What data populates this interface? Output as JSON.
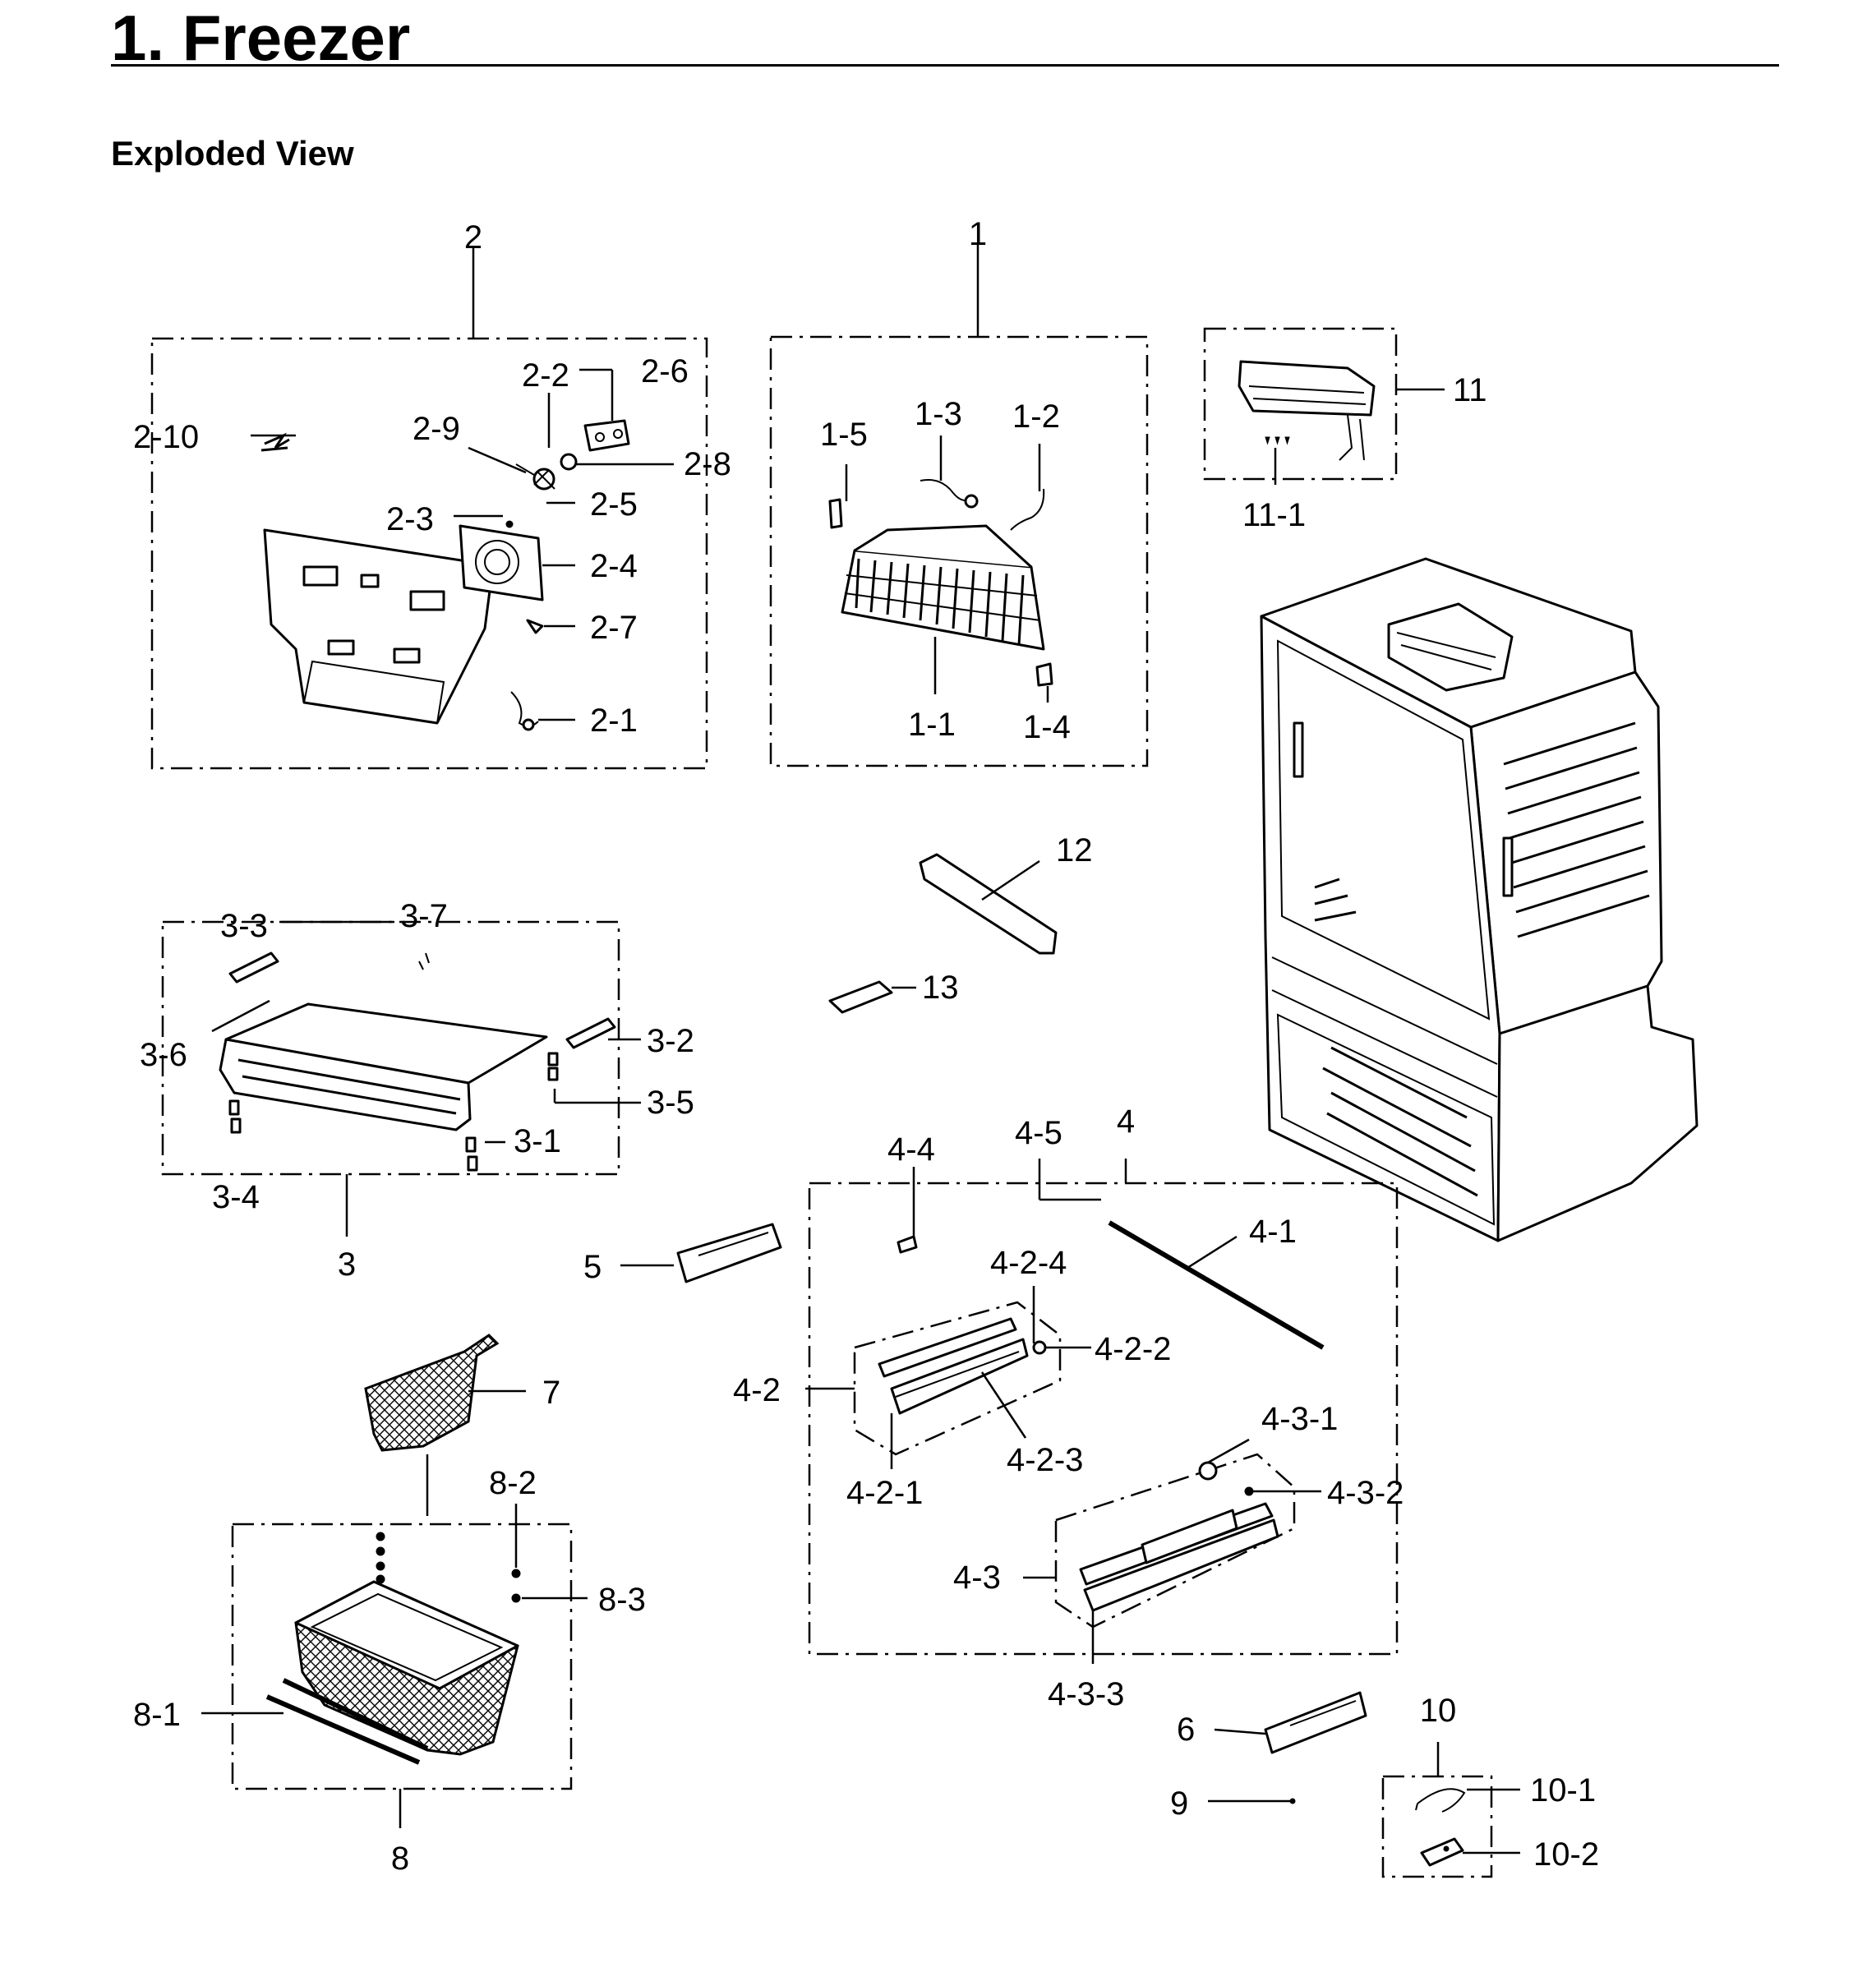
{
  "header": {
    "title": "1.  Freezer",
    "subtitle": "Exploded View"
  },
  "labels": {
    "g1": "1",
    "p1_1": "1-1",
    "p1_2": "1-2",
    "p1_3": "1-3",
    "p1_4": "1-4",
    "p1_5": "1-5",
    "g2": "2",
    "p2_1": "2-1",
    "p2_2": "2-2",
    "p2_3": "2-3",
    "p2_4": "2-4",
    "p2_5": "2-5",
    "p2_6": "2-6",
    "p2_7": "2-7",
    "p2_8": "2-8",
    "p2_9": "2-9",
    "p2_10": "2-10",
    "g3": "3",
    "p3_1": "3-1",
    "p3_2": "3-2",
    "p3_3": "3-3",
    "p3_4": "3-4",
    "p3_5": "3-5",
    "p3_6": "3-6",
    "p3_7": "3-7",
    "g4": "4",
    "p4_1": "4-1",
    "p4_2": "4-2",
    "p4_2_1": "4-2-1",
    "p4_2_2": "4-2-2",
    "p4_2_3": "4-2-3",
    "p4_2_4": "4-2-4",
    "p4_3": "4-3",
    "p4_3_1": "4-3-1",
    "p4_3_2": "4-3-2",
    "p4_3_3": "4-3-3",
    "p4_4": "4-4",
    "p4_5": "4-5",
    "g5": "5",
    "g6": "6",
    "g7": "7",
    "g8": "8",
    "p8_1": "8-1",
    "p8_2": "8-2",
    "p8_3": "8-3",
    "g9": "9",
    "g10": "10",
    "p10_1": "10-1",
    "p10_2": "10-2",
    "g11": "11",
    "p11_1": "11-1",
    "g12": "12",
    "g13": "13"
  }
}
